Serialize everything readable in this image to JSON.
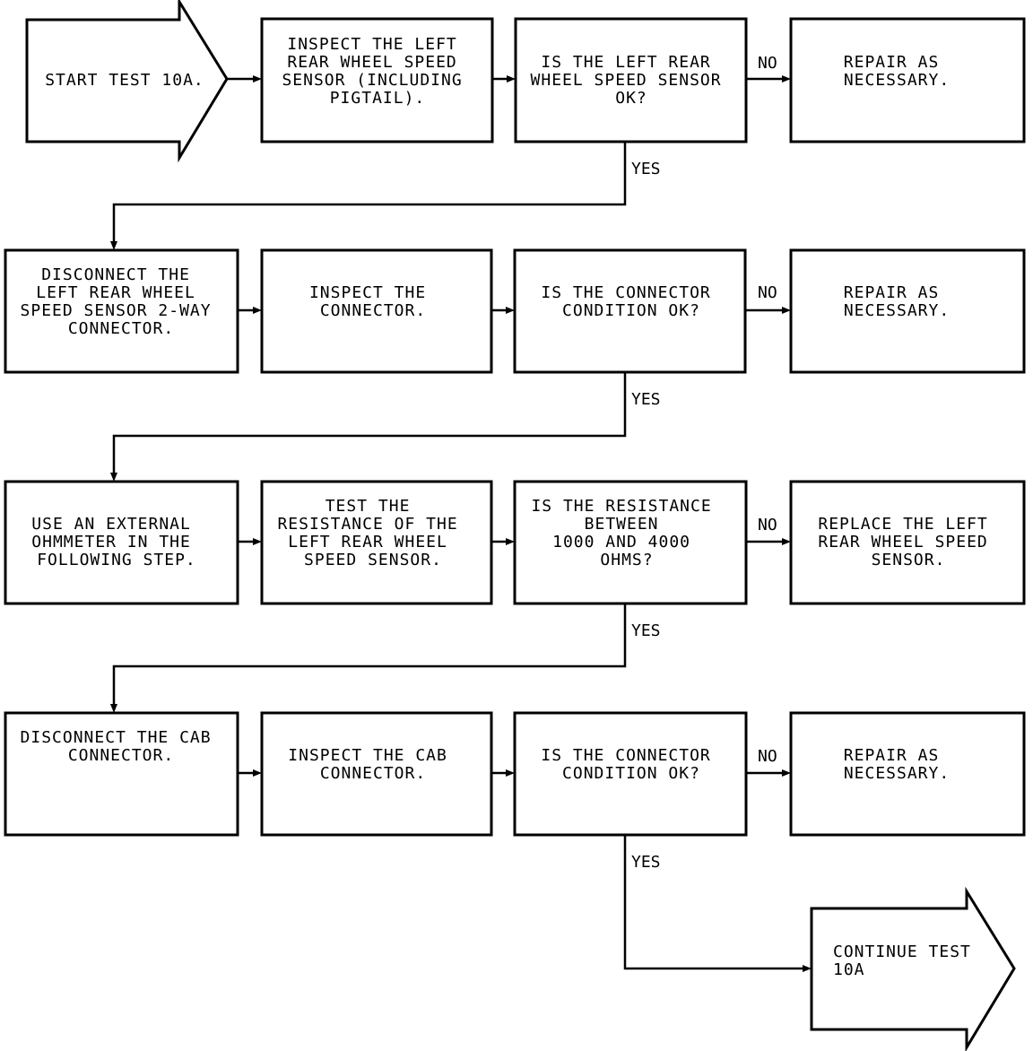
{
  "flowchart": {
    "start": {
      "lines": [
        "START TEST 10A."
      ]
    },
    "rows": [
      {
        "step1": [
          "INSPECT THE LEFT",
          "REAR WHEEL SPEED",
          "SENSOR (INCLUDING",
          "PIGTAIL)."
        ],
        "question": [
          "IS THE LEFT REAR",
          "WHEEL SPEED SENSOR",
          "OK?"
        ],
        "action": [
          "REPAIR AS",
          "NECESSARY."
        ],
        "no_label": "NO",
        "yes_label": "YES"
      },
      {
        "step0": [
          "DISCONNECT THE",
          "LEFT REAR WHEEL",
          "SPEED SENSOR 2-WAY",
          "CONNECTOR."
        ],
        "step1": [
          "INSPECT THE",
          "CONNECTOR."
        ],
        "question": [
          "IS THE CONNECTOR",
          "CONDITION OK?"
        ],
        "action": [
          "REPAIR AS",
          "NECESSARY."
        ],
        "no_label": "NO",
        "yes_label": "YES"
      },
      {
        "step0": [
          "USE AN EXTERNAL",
          "OHMMETER IN THE",
          "FOLLOWING STEP."
        ],
        "step1": [
          "TEST THE",
          "RESISTANCE OF THE",
          "LEFT REAR WHEEL",
          "SPEED SENSOR."
        ],
        "question": [
          "IS THE RESISTANCE",
          "BETWEEN",
          "1000 AND 4000",
          "OHMS?"
        ],
        "action": [
          "REPLACE THE LEFT",
          "REAR WHEEL SPEED",
          "SENSOR."
        ],
        "no_label": "NO",
        "yes_label": "YES"
      },
      {
        "step0": [
          "DISCONNECT THE CAB",
          "CONNECTOR."
        ],
        "step1": [
          "INSPECT THE CAB",
          "CONNECTOR."
        ],
        "question": [
          "IS THE CONNECTOR",
          "CONDITION OK?"
        ],
        "action": [
          "REPAIR AS",
          "NECESSARY."
        ],
        "no_label": "NO",
        "yes_label": "YES"
      }
    ],
    "end": {
      "lines": [
        "CONTINUE TEST",
        "10A"
      ]
    }
  }
}
